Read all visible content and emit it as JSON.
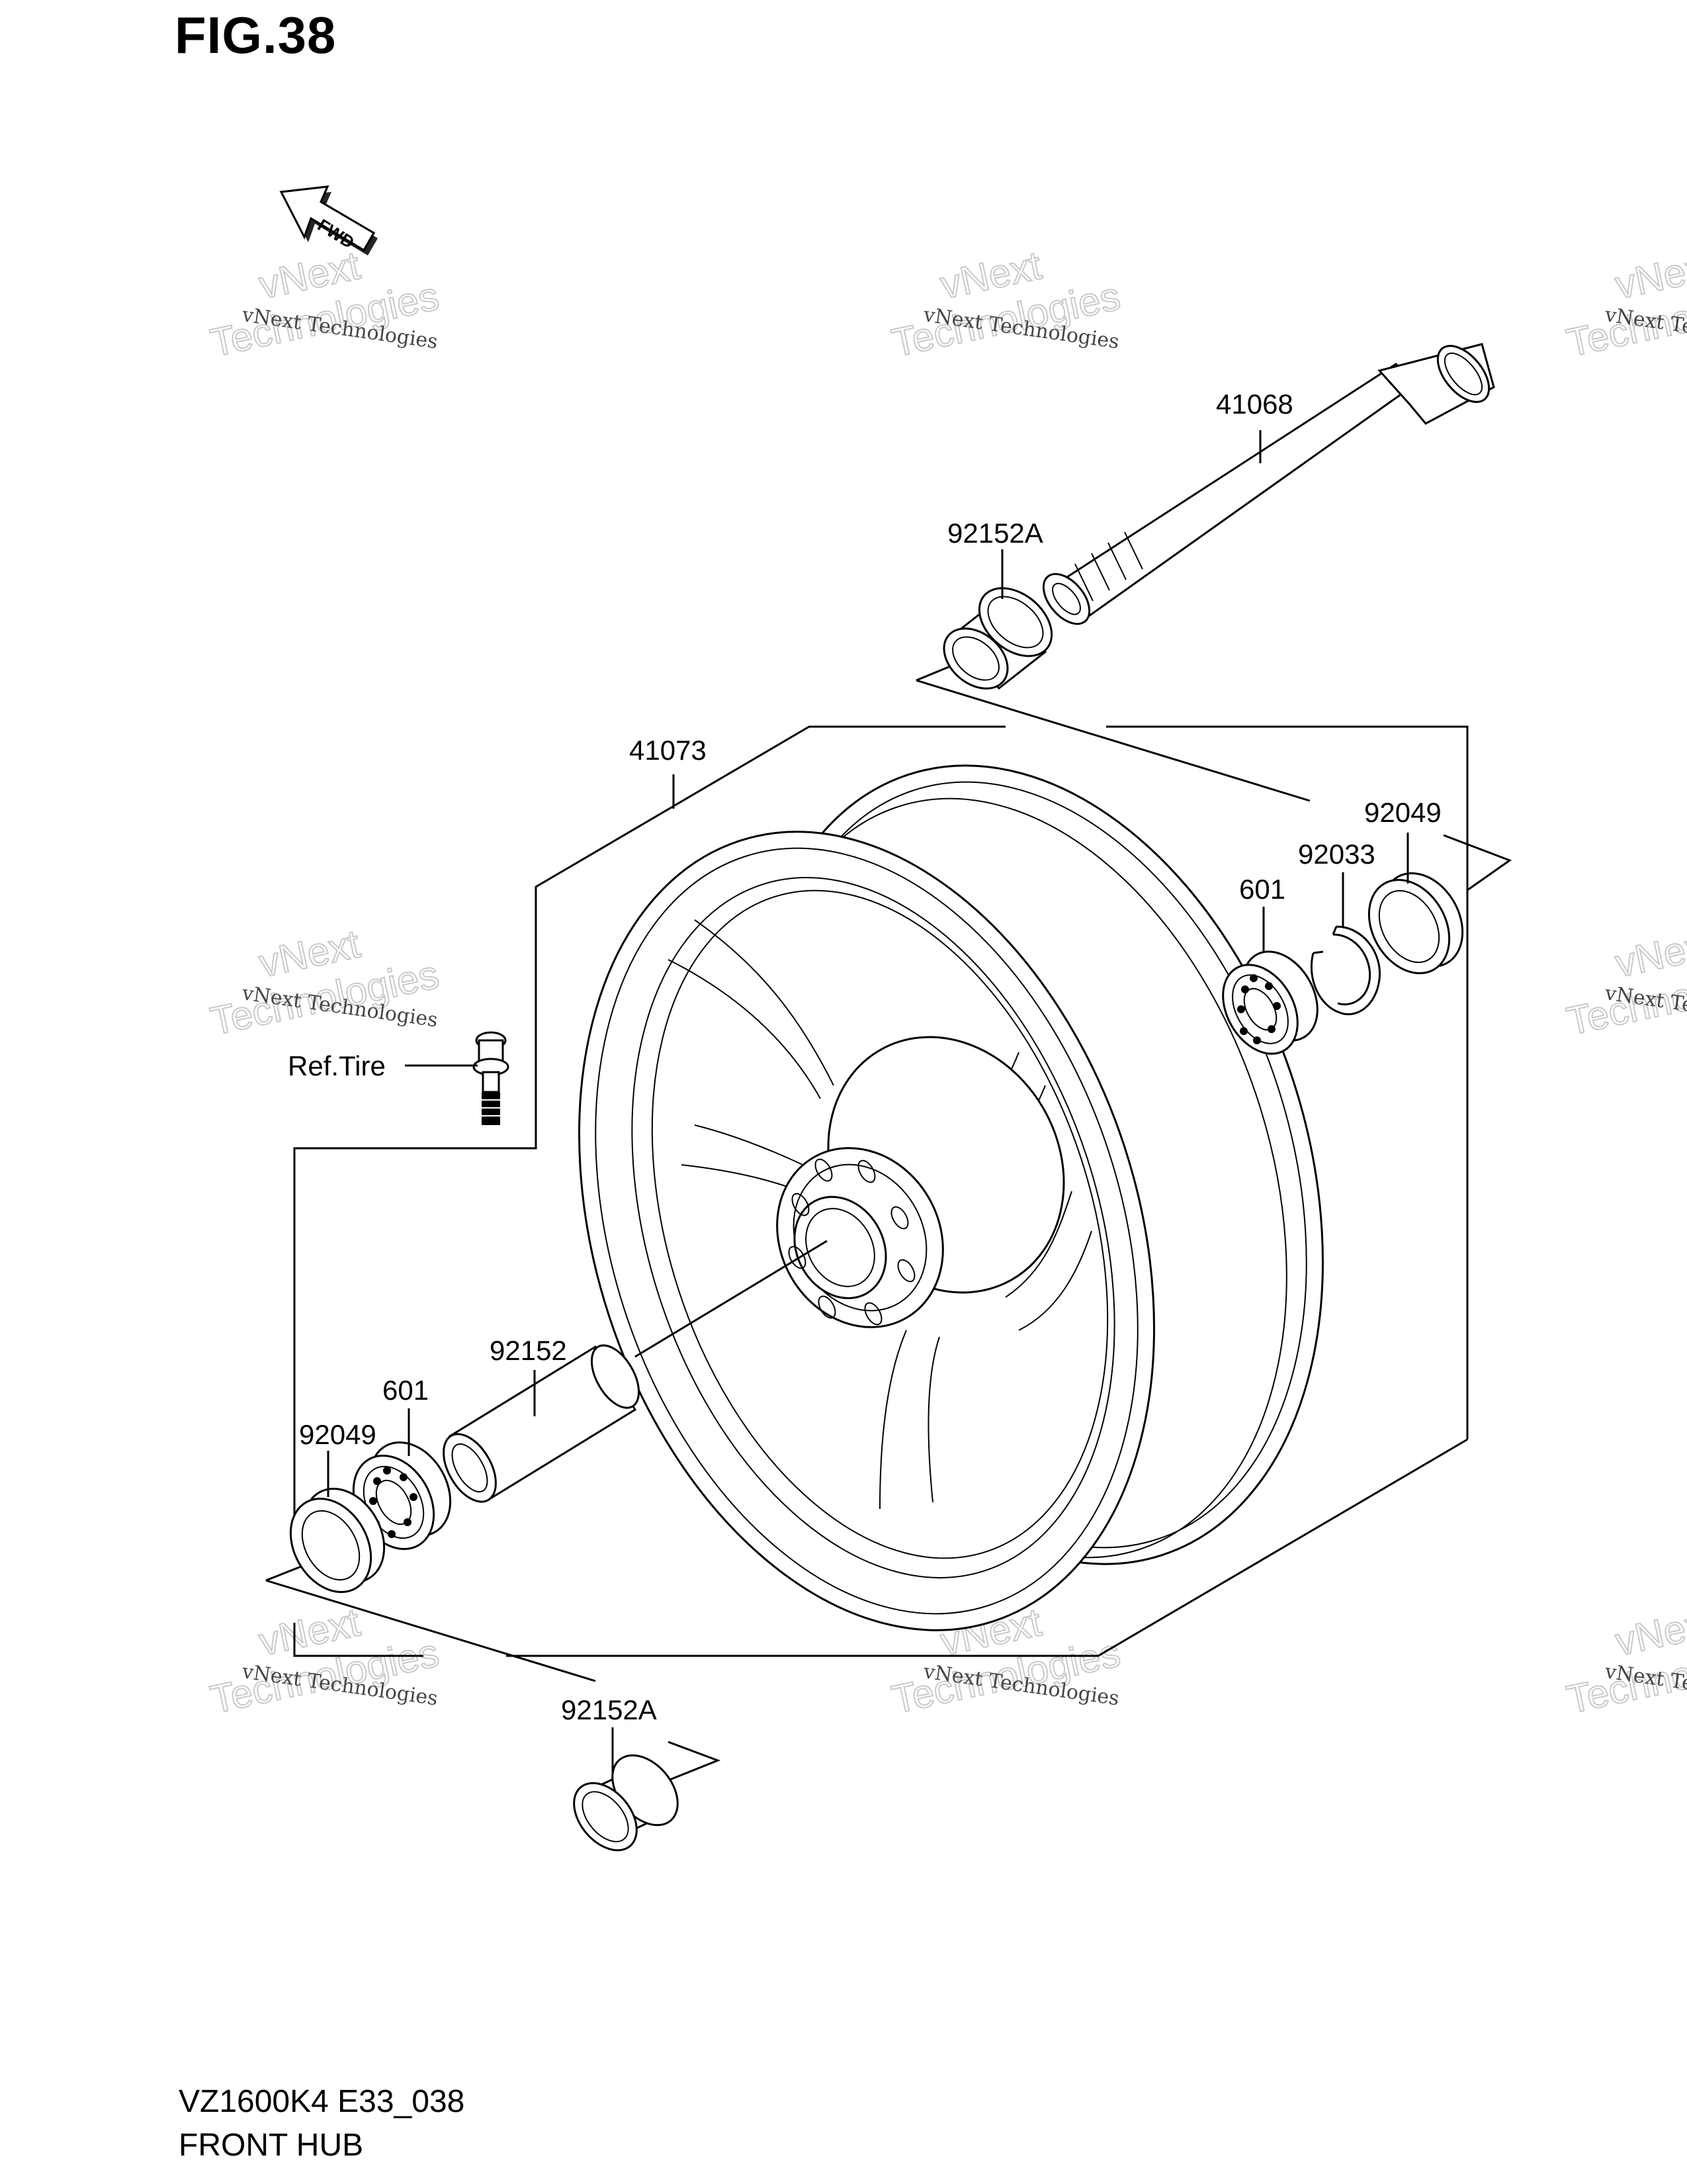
{
  "header": {
    "figure_title": "FIG.38"
  },
  "footer": {
    "model_code": "VZ1600K4 E33_038",
    "section_name": "FRONT HUB"
  },
  "fwd_arrow": {
    "label": "FWD",
    "icon": "fwd-arrow-icon"
  },
  "watermark": {
    "line1": "vNext Technologies",
    "line2": "vNext",
    "line3": "Technologies"
  },
  "parts": [
    {
      "id": "41068",
      "label": "41068"
    },
    {
      "id": "92152A_upper",
      "label": "92152A"
    },
    {
      "id": "41073",
      "label": "41073"
    },
    {
      "id": "92049_right",
      "label": "92049"
    },
    {
      "id": "92033",
      "label": "92033"
    },
    {
      "id": "601_right",
      "label": "601"
    },
    {
      "id": "ref_tire",
      "label": "Ref.Tire"
    },
    {
      "id": "92152",
      "label": "92152"
    },
    {
      "id": "601_left",
      "label": "601"
    },
    {
      "id": "92049_left",
      "label": "92049"
    },
    {
      "id": "92152A_lower",
      "label": "92152A"
    }
  ]
}
